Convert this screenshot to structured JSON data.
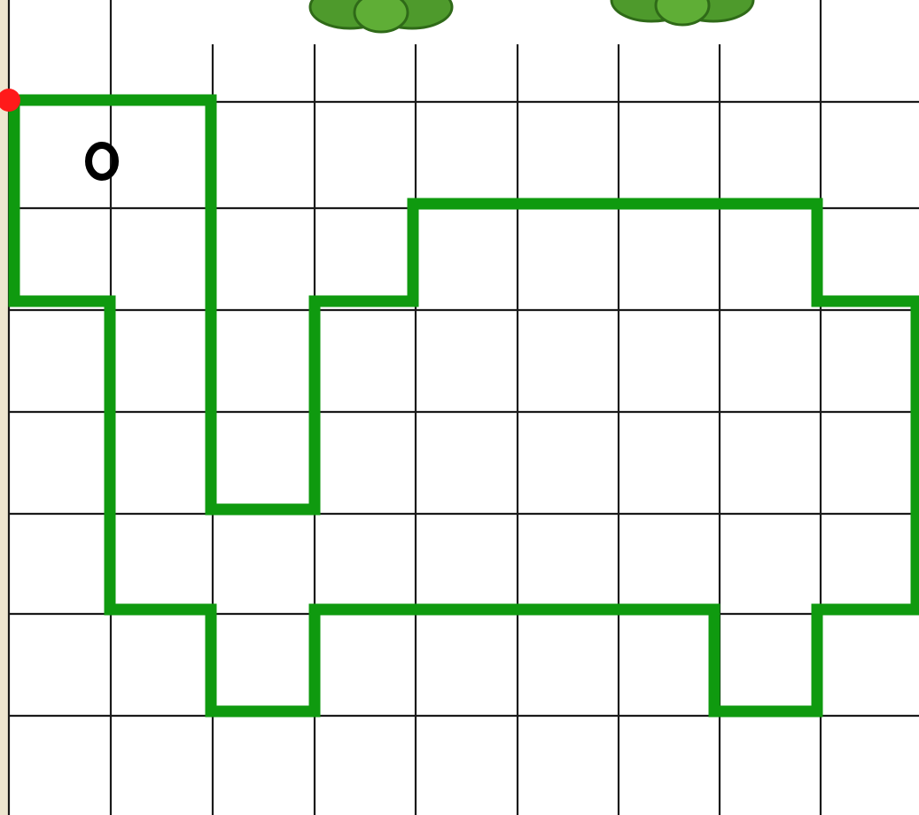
{
  "drawing": {
    "grid": {
      "columns": 9,
      "rows": 8,
      "line_color": "#1a1a1a",
      "background": "#ffffff",
      "page_background": "#eee6d0"
    },
    "outline": {
      "color": "#0f9a0f",
      "vertices": [
        [
          0,
          0
        ],
        [
          2,
          0
        ],
        [
          2,
          4
        ],
        [
          3,
          4
        ],
        [
          3,
          2
        ],
        [
          4,
          2
        ],
        [
          4,
          1
        ],
        [
          8,
          1
        ],
        [
          8,
          2
        ],
        [
          9,
          2
        ],
        [
          9,
          5
        ],
        [
          8,
          5
        ],
        [
          8,
          6
        ],
        [
          7,
          6
        ],
        [
          7,
          5
        ],
        [
          3,
          5
        ],
        [
          3,
          6
        ],
        [
          2,
          6
        ],
        [
          2,
          5
        ],
        [
          1,
          5
        ],
        [
          1,
          2
        ],
        [
          0,
          2
        ],
        [
          0,
          0
        ]
      ]
    },
    "start_point": {
      "color": "#ff1a1a",
      "vertex": [
        0,
        0
      ]
    },
    "eye_marker": {
      "color": "#000000",
      "cell": [
        1,
        0.6
      ]
    },
    "cactus_decorations": {
      "icon": "cactus-icon",
      "count": 2,
      "color": "#4e9a2c"
    }
  }
}
